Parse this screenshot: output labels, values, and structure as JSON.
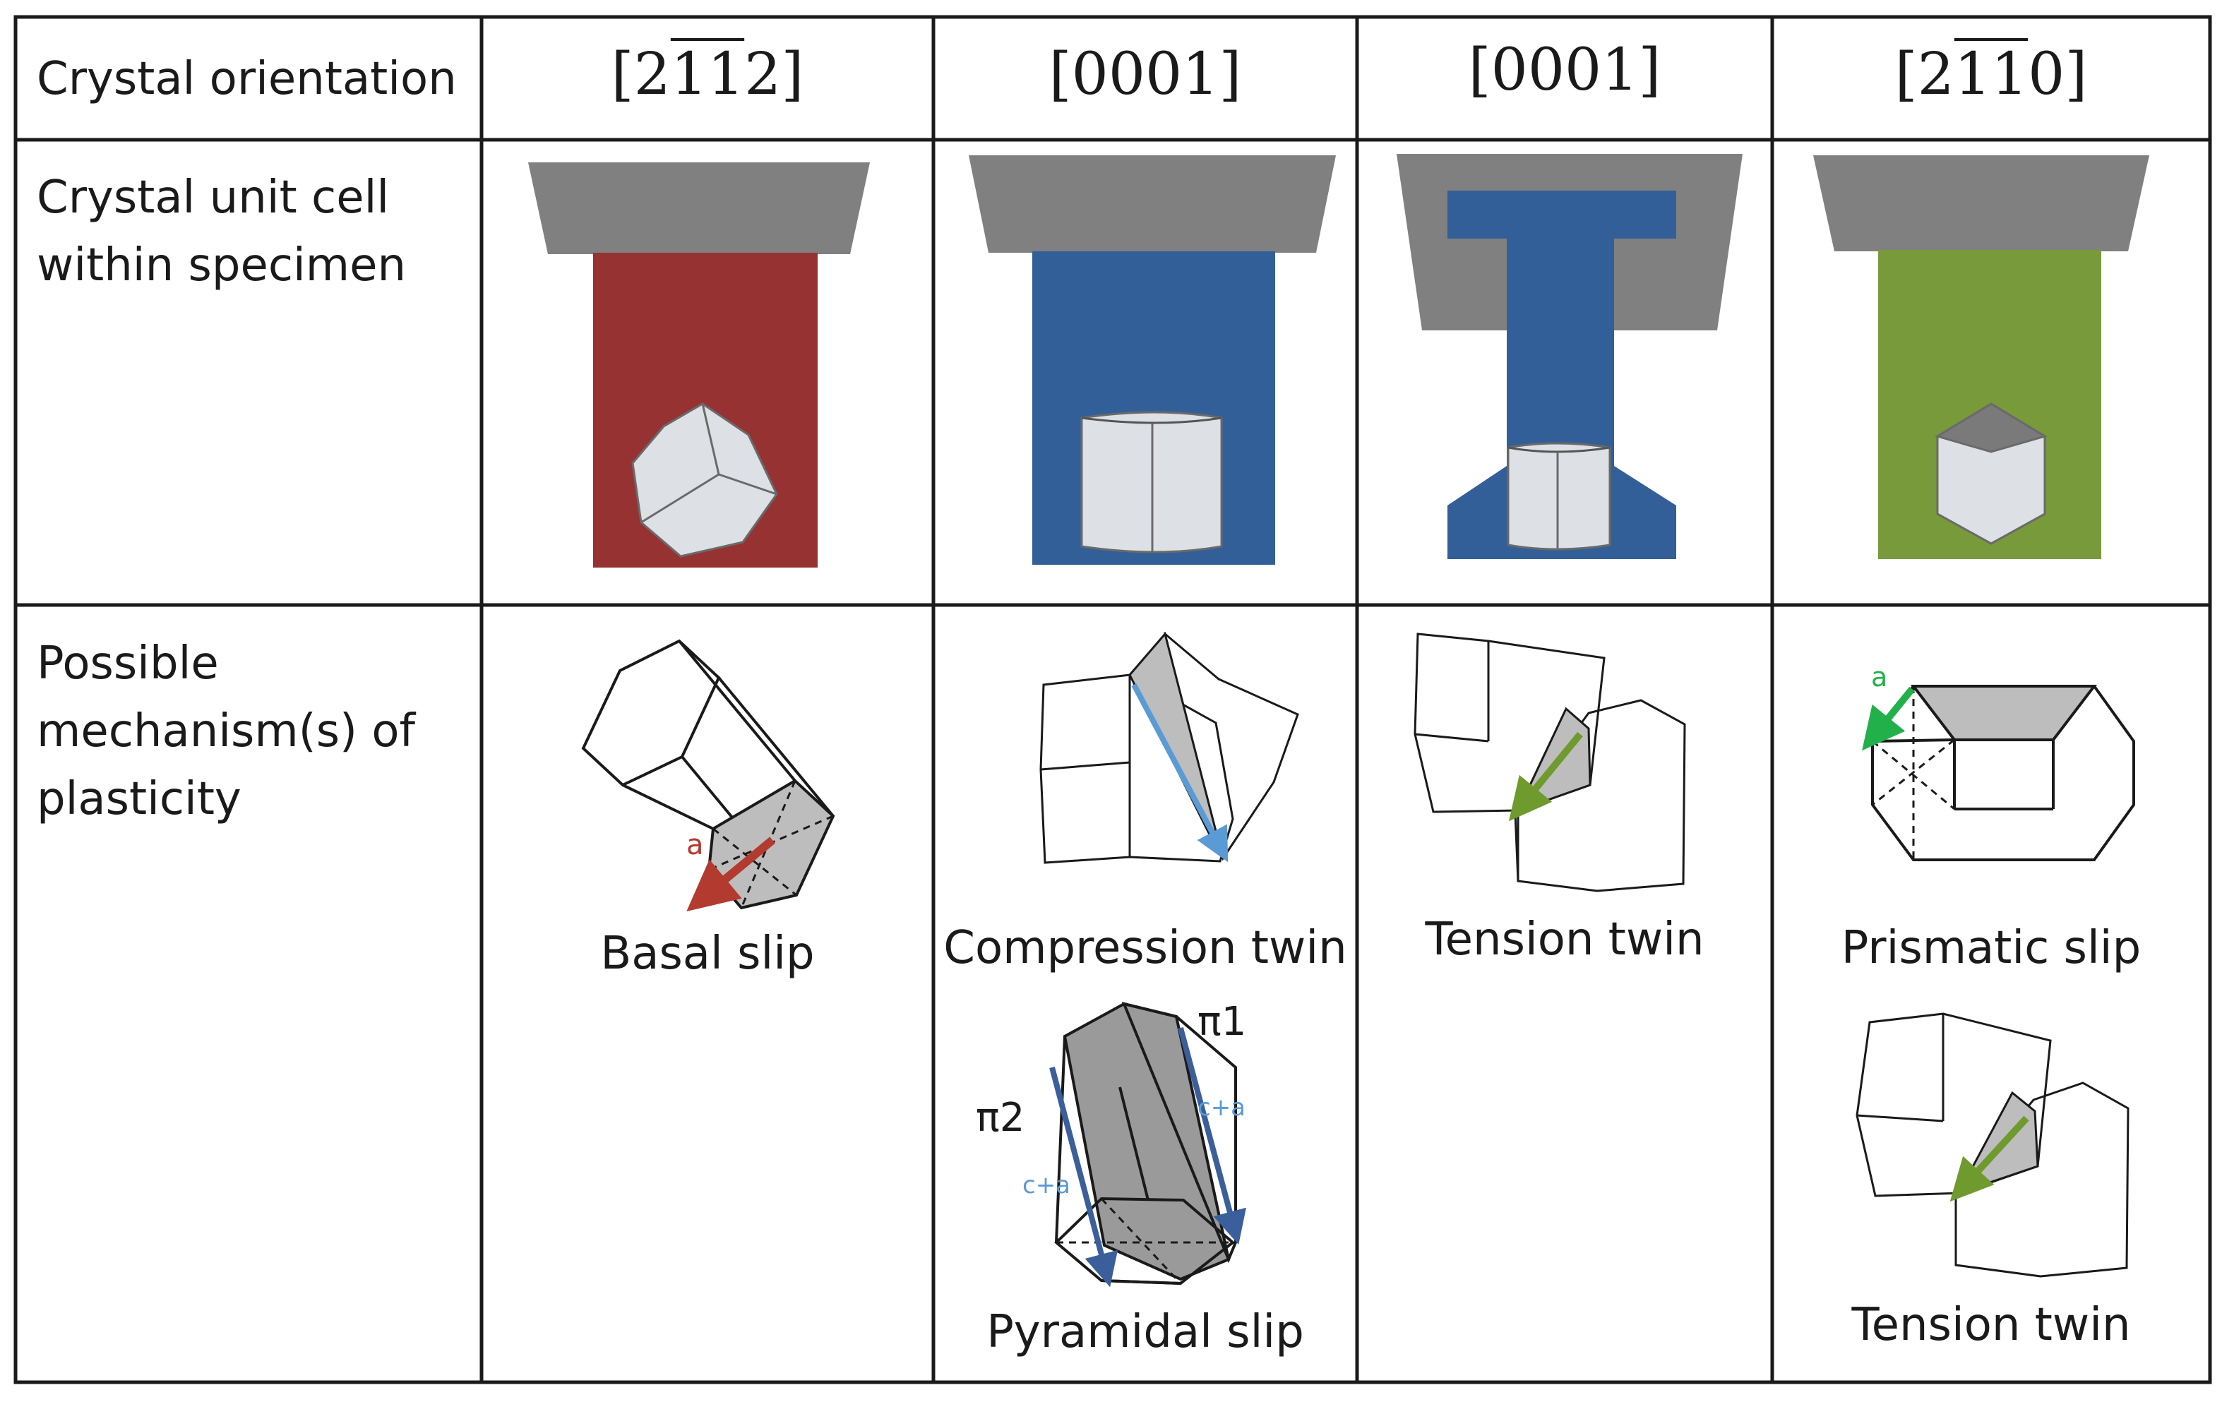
{
  "row_labels": {
    "orientation": "Crystal orientation",
    "unit_cell": "Crystal unit cell\nwithin specimen",
    "mechanisms": "Possible\nmechanism(s) of\nplasticity"
  },
  "columns": [
    {
      "orientation": {
        "pre": "[2",
        "b1": "1",
        "b2": "1",
        "post": "2]"
      },
      "specimen_color": "#963332",
      "mechanisms": [
        "Basal slip"
      ]
    },
    {
      "orientation": {
        "pre": "[0001]",
        "b1": "",
        "b2": "",
        "post": ""
      },
      "specimen_color": "#335f98",
      "mechanisms": [
        "Compression twin",
        "Pyramidal slip"
      ]
    },
    {
      "orientation": {
        "pre": "[0001]",
        "b1": "",
        "b2": "",
        "post": ""
      },
      "specimen_color": "#335f98",
      "mechanisms": [
        "Tension twin"
      ]
    },
    {
      "orientation": {
        "pre": "[2",
        "b1": "1",
        "b2": "1",
        "post": "0]"
      },
      "specimen_color": "#789a3a",
      "mechanisms": [
        "Prismatic slip",
        "Tension twin"
      ]
    }
  ],
  "annotations": {
    "a": "a",
    "pi1": "π1",
    "pi2": "π2",
    "ca": "c+a"
  },
  "colors": {
    "grip": "#808080",
    "arrow_red": "#b23a2e",
    "arrow_blue": "#5b9bd5",
    "arrow_green": "#6f9a2e",
    "arrow_bright_green": "#22b04a",
    "arrow_dark_blue": "#3b5f9a",
    "cell_face": "#dde1e6"
  }
}
